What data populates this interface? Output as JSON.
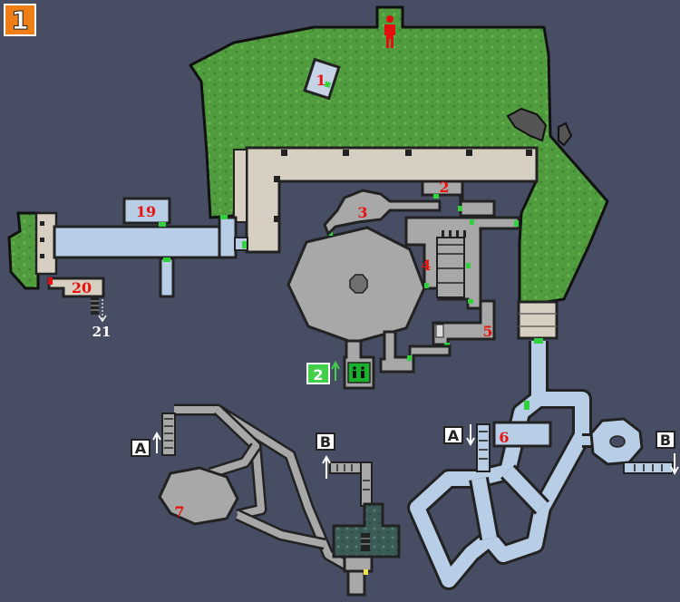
{
  "floor": {
    "number": "1",
    "color": "#f07e16"
  },
  "rooms": {
    "r1": "1",
    "r2": "2",
    "r3": "3",
    "r4": "4",
    "r5": "5",
    "r6": "6",
    "r7": "7",
    "r19": "19",
    "r20": "20",
    "r21": "21"
  },
  "connectors": {
    "up2": "2",
    "a_left": "A",
    "b_left": "B",
    "a_right": "A",
    "b_right": "B"
  },
  "icons": {
    "player": "person-icon",
    "elevator": "elevator-icon",
    "up": "arrow-up-icon",
    "down": "arrow-down-icon"
  },
  "colors": {
    "grass": "#4f9b3e",
    "corridor": "#a8a8a8",
    "ice": "#b8cde6",
    "stone": "#d8cfc3",
    "door": "#31d23d",
    "player": "#e20f0f",
    "label": "#e8120f",
    "elevator": "#19b02c"
  }
}
